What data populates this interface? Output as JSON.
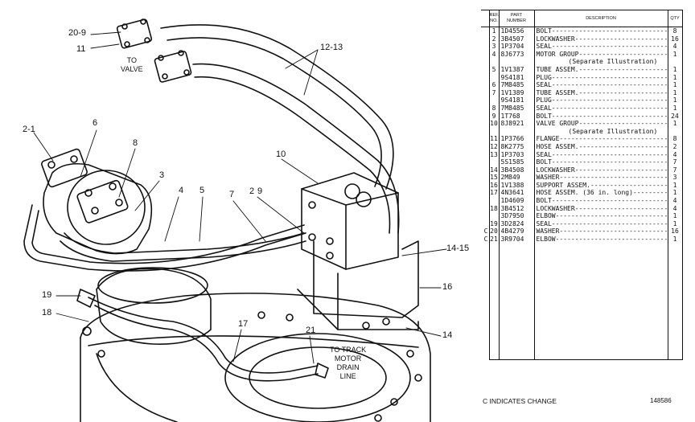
{
  "drawing": {
    "callouts": {
      "c20_9": "20-9",
      "c11": "11",
      "c12_13": "12-13",
      "c2_1": "2-1",
      "c6": "6",
      "c8": "8",
      "c3": "3",
      "c4": "4",
      "c5": "5",
      "c7": "7",
      "c2": "2",
      "c9": "9",
      "c10": "10",
      "c14_15": "14-15",
      "c16": "16",
      "c19": "19",
      "c18": "18",
      "c17": "17",
      "c21": "21",
      "c14": "14"
    },
    "to_valve": "TO\nVALVE",
    "to_track": "TO TRACK\nMOTOR\nDRAIN\nLINE"
  },
  "table": {
    "headers": {
      "ref": "REF.\nNO.",
      "part": "PART\nNUMBER",
      "desc": "DESCRIPTION",
      "qty": "QTY"
    },
    "rows": [
      {
        "mark": "",
        "ref": "1",
        "part": "1D4556",
        "desc": "BOLT",
        "qty": "8"
      },
      {
        "mark": "",
        "ref": "2",
        "part": "3B4507",
        "desc": "LOCKWASHER",
        "qty": "16"
      },
      {
        "mark": "",
        "ref": "3",
        "part": "1P3704",
        "desc": "SEAL",
        "qty": "4"
      },
      {
        "mark": "",
        "ref": "4",
        "part": "8J6773",
        "desc": "MOTOR GROUP",
        "qty": "1"
      },
      {
        "mark": "",
        "ref": "",
        "part": "",
        "desc": "(Separate Illustration)",
        "qty": "",
        "note": true
      },
      {
        "mark": "",
        "ref": "5",
        "part": "1V1387",
        "desc": "TUBE ASSEM.",
        "qty": "1"
      },
      {
        "mark": "",
        "ref": "",
        "part": "9S4181",
        "desc": "  PLUG",
        "qty": "1"
      },
      {
        "mark": "",
        "ref": "6",
        "part": "7M8485",
        "desc": "  SEAL",
        "qty": "1"
      },
      {
        "mark": "",
        "ref": "7",
        "part": "1V1389",
        "desc": "TUBE ASSEM.",
        "qty": "1"
      },
      {
        "mark": "",
        "ref": "",
        "part": "9S4181",
        "desc": "  PLUG",
        "qty": "1"
      },
      {
        "mark": "",
        "ref": "8",
        "part": "7M8485",
        "desc": "  SEAL",
        "qty": "1"
      },
      {
        "mark": "",
        "ref": "9",
        "part": "1T768",
        "desc": "BOLT",
        "qty": "24"
      },
      {
        "mark": "",
        "ref": "10",
        "part": "8J8921",
        "desc": "VALVE GROUP",
        "qty": "1"
      },
      {
        "mark": "",
        "ref": "",
        "part": "",
        "desc": "(Separate Illustration)",
        "qty": "",
        "note": true
      },
      {
        "mark": "",
        "ref": "11",
        "part": "1P3766",
        "desc": "FLANGE",
        "qty": "8"
      },
      {
        "mark": "",
        "ref": "12",
        "part": "8K2775",
        "desc": "HOSE ASSEM.",
        "qty": "2"
      },
      {
        "mark": "",
        "ref": "13",
        "part": "1P3703",
        "desc": "SEAL",
        "qty": "4"
      },
      {
        "mark": "",
        "ref": "",
        "part": "5S1585",
        "desc": "BOLT",
        "qty": "7"
      },
      {
        "mark": "",
        "ref": "14",
        "part": "3B4508",
        "desc": "LOCKWASHER",
        "qty": "7"
      },
      {
        "mark": "",
        "ref": "15",
        "part": "2M849",
        "desc": "WASHER",
        "qty": "3"
      },
      {
        "mark": "",
        "ref": "16",
        "part": "1V1388",
        "desc": "SUPPORT ASSEM.",
        "qty": "1"
      },
      {
        "mark": "",
        "ref": "17",
        "part": "4N3641",
        "desc": "HOSE ASSEM. (36 in. long)",
        "qty": "1"
      },
      {
        "mark": "",
        "ref": "",
        "part": "1D4609",
        "desc": "BOLT",
        "qty": "4"
      },
      {
        "mark": "",
        "ref": "18",
        "part": "3B4512",
        "desc": "LOCKWASHER",
        "qty": "4"
      },
      {
        "mark": "",
        "ref": "",
        "part": "3D7950",
        "desc": "ELBOW",
        "qty": "1"
      },
      {
        "mark": "",
        "ref": "19",
        "part": "3D2824",
        "desc": "SEAL",
        "qty": "1"
      },
      {
        "mark": "C",
        "ref": "20",
        "part": "4B4279",
        "desc": "WASHER",
        "qty": "16"
      },
      {
        "mark": "C",
        "ref": "21",
        "part": "3R9704",
        "desc": "ELBOW",
        "qty": "1"
      },
      {
        "mark": "",
        "ref": "",
        "part": "",
        "desc": "",
        "qty": ""
      },
      {
        "mark": "",
        "ref": "",
        "part": "",
        "desc": "",
        "qty": ""
      },
      {
        "mark": "",
        "ref": "",
        "part": "",
        "desc": "",
        "qty": ""
      },
      {
        "mark": "",
        "ref": "",
        "part": "",
        "desc": "",
        "qty": ""
      },
      {
        "mark": "",
        "ref": "",
        "part": "",
        "desc": "",
        "qty": ""
      },
      {
        "mark": "",
        "ref": "",
        "part": "",
        "desc": "",
        "qty": ""
      },
      {
        "mark": "",
        "ref": "",
        "part": "",
        "desc": "",
        "qty": ""
      },
      {
        "mark": "",
        "ref": "",
        "part": "",
        "desc": "",
        "qty": ""
      },
      {
        "mark": "",
        "ref": "",
        "part": "",
        "desc": "",
        "qty": ""
      },
      {
        "mark": "",
        "ref": "",
        "part": "",
        "desc": "",
        "qty": ""
      },
      {
        "mark": "",
        "ref": "",
        "part": "",
        "desc": "",
        "qty": ""
      },
      {
        "mark": "",
        "ref": "",
        "part": "",
        "desc": "",
        "qty": ""
      },
      {
        "mark": "",
        "ref": "",
        "part": "",
        "desc": "",
        "qty": ""
      },
      {
        "mark": "",
        "ref": "",
        "part": "",
        "desc": "",
        "qty": ""
      },
      {
        "mark": "",
        "ref": "",
        "part": "",
        "desc": "",
        "qty": "",
        "end": true
      }
    ]
  },
  "footer": {
    "change_note": "C INDICATES CHANGE",
    "figure_number": "148586"
  }
}
